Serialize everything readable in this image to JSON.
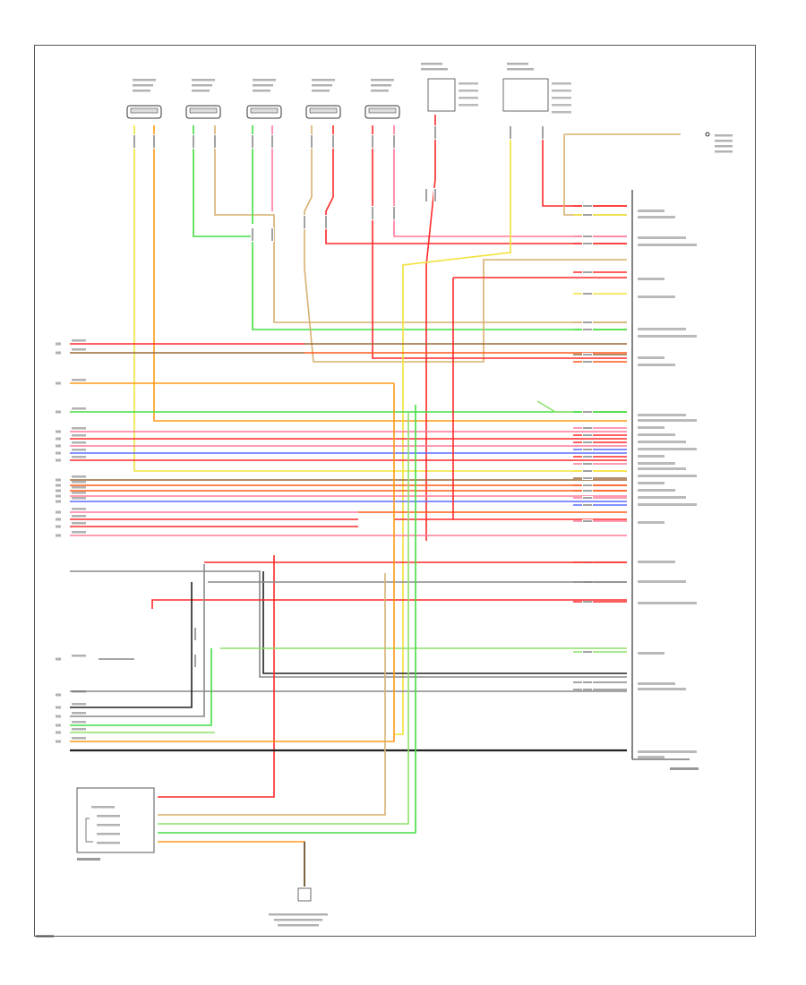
{
  "diagram": {
    "title": "",
    "page_code": "",
    "components": {
      "speakers": [
        {
          "id": "sp1",
          "label": ""
        },
        {
          "id": "sp2",
          "label": ""
        },
        {
          "id": "sp3",
          "label": ""
        },
        {
          "id": "sp4",
          "label": ""
        },
        {
          "id": "sp5",
          "label": ""
        }
      ],
      "fuse_blocks": [
        {
          "id": "fb1",
          "label": ""
        },
        {
          "id": "fb2",
          "label": ""
        }
      ],
      "switch": {
        "label": ""
      },
      "main_module": {
        "label": ""
      },
      "lower_module": {
        "label": ""
      },
      "ground": {
        "label": ""
      }
    },
    "colors": {
      "red": "#ff2a2a",
      "pink": "#ff7a9a",
      "orange": "#ff9a1a",
      "yellow": "#f2e23a",
      "green": "#44dd44",
      "lightgreen": "#8ee06a",
      "blue": "#5a6cff",
      "gray": "#888888",
      "black": "#222222",
      "tan": "#d8b070",
      "purple": "#b060c0",
      "brown": "#9a6a3a",
      "dkorange": "#ff5a1a"
    }
  }
}
